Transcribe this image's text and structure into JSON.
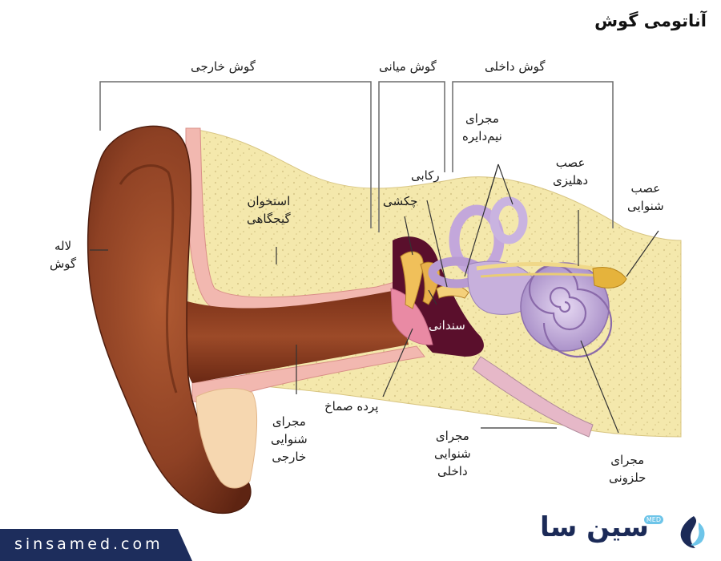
{
  "title": "آناتومی گوش",
  "sections": {
    "outer": "گوش خارجی",
    "middle": "گوش میانی",
    "inner": "گوش داخلی"
  },
  "labels": {
    "pinna": [
      "لاله",
      "گوش"
    ],
    "temporal_bone": [
      "استخوان",
      "گیجگاهی"
    ],
    "external_canal": [
      "مجرای",
      "شنوایی",
      "خارجی"
    ],
    "eardrum": [
      "پرده صماخ"
    ],
    "stapes": [
      "رکابی"
    ],
    "malleus": [
      "چکشی"
    ],
    "incus": [
      "سندانی"
    ],
    "semicircular": [
      "مجرای",
      "نیم‌دایره"
    ],
    "vestibular_nerve": [
      "عصب",
      "دهلیزی"
    ],
    "auditory_nerve": [
      "عصب",
      "شنوایی"
    ],
    "internal_canal": [
      "مجرای",
      "شنوایی",
      "داخلی"
    ],
    "cochlea": [
      "مجرای",
      "حلزونی"
    ]
  },
  "footer": {
    "website": "sinsamed.com",
    "brand": "سین سا",
    "badge": "MED"
  },
  "colors": {
    "bone": "#f3e6a8",
    "skin": "#8a3f22",
    "canal_lining": "#f2b8b0",
    "labyrinth": "#c9b3dd",
    "nerve": "#f0d889",
    "bracket": "#6b6b6b",
    "footer_bg": "#1d2d5c"
  }
}
